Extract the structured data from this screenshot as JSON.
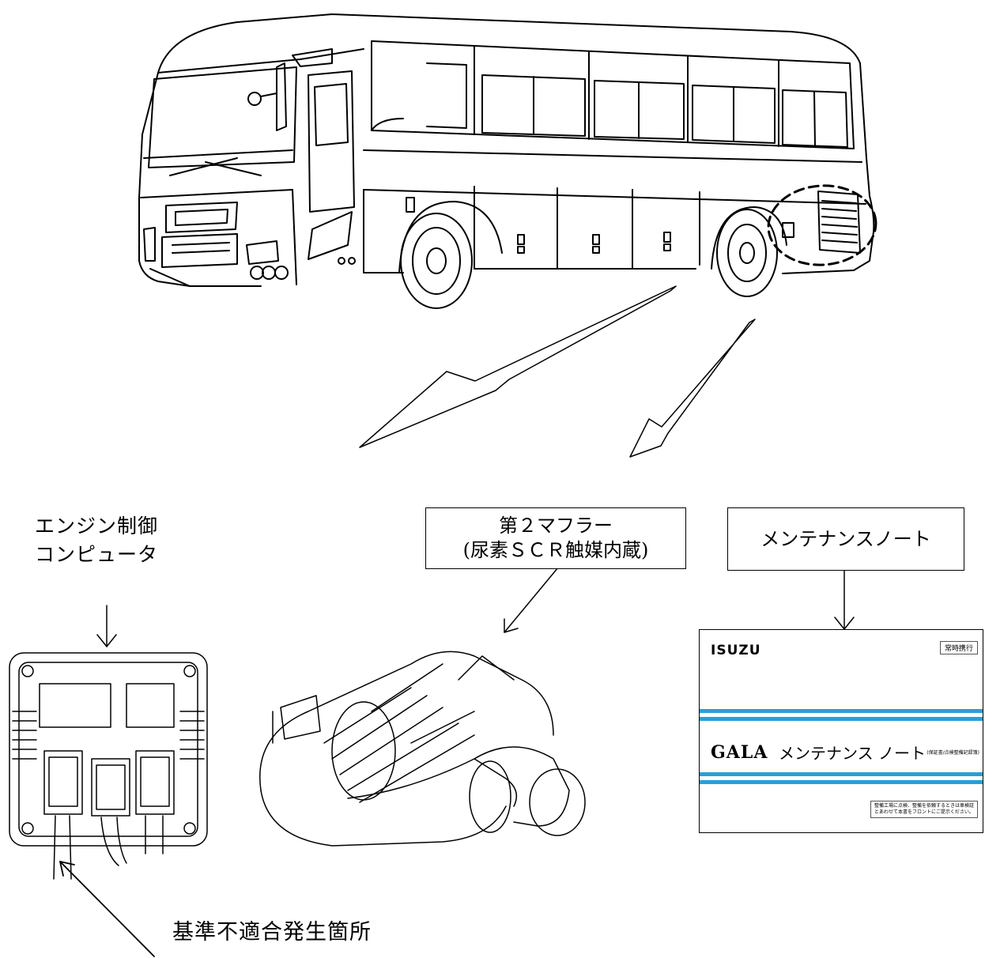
{
  "labels": {
    "ecu_line1": "エンジン制御",
    "ecu_line2": "コンピュータ",
    "muffler_line1": "第２マフラー",
    "muffler_line2": "(尿素ＳＣＲ触媒内蔵)",
    "note_label": "メンテナンスノート",
    "defect_location": "基準不適合発生箇所"
  },
  "note_cover": {
    "brand": "ISUZU",
    "tag": "常時携行",
    "model": "GALA",
    "title": "メンテナンス ノート",
    "subtitle": "(保証書/点検整備記録簿)",
    "fine_print_1": "整備工場に点検、整備を依頼するときは車検証",
    "fine_print_2": "とあわせて本書をフロントにご提示ください。"
  },
  "colors": {
    "line": "#000000",
    "stripe": "#2a9fd6",
    "fill": "#ffffff"
  }
}
